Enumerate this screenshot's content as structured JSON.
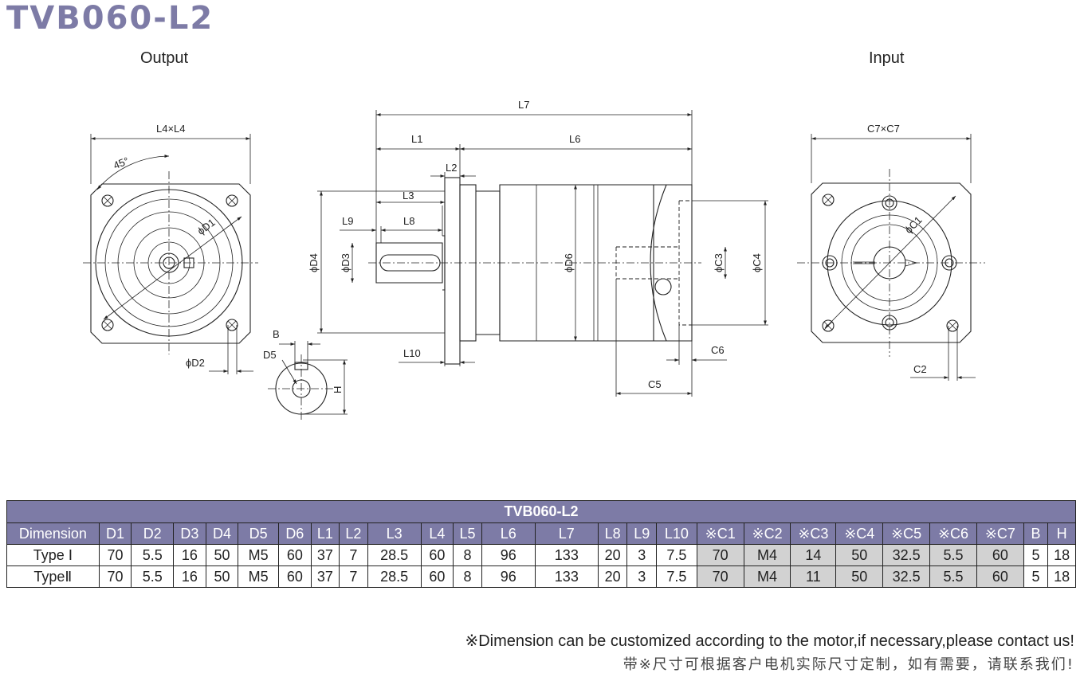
{
  "title": "TVB060-L2",
  "views": {
    "output": "Output",
    "input": "Input"
  },
  "dimension_labels": {
    "l4xl4": "L4×L4",
    "angle": "45°",
    "d1": "ϕD1",
    "d2": "ϕD2",
    "b": "B",
    "d5": "D5",
    "h": "H",
    "l7": "L7",
    "l1": "L1",
    "l6": "L6",
    "l2": "L2",
    "l3": "L3",
    "l9": "L9",
    "l8": "L8",
    "d4": "ϕD4",
    "d3": "ϕD3",
    "d6": "ϕD6",
    "c3": "ϕC3",
    "c4": "ϕC4",
    "l10": "L10",
    "c6": "C6",
    "c5": "C5",
    "c7xc7": "C7×C7",
    "c1": "ϕC1",
    "c2": "C2"
  },
  "table": {
    "caption": "TVB060-L2",
    "headers": [
      "Dimension",
      "D1",
      "D2",
      "D3",
      "D4",
      "D5",
      "D6",
      "L1",
      "L2",
      "L3",
      "L4",
      "L5",
      "L6",
      "L7",
      "L8",
      "L9",
      "L10",
      "※C1",
      "※C2",
      "※C3",
      "※C4",
      "※C5",
      "※C6",
      "※C7",
      "B",
      "H"
    ],
    "rows": [
      [
        "Type Ⅰ",
        "70",
        "5.5",
        "16",
        "50",
        "M5",
        "60",
        "37",
        "7",
        "28.5",
        "60",
        "8",
        "96",
        "133",
        "20",
        "3",
        "7.5",
        "70",
        "M4",
        "14",
        "50",
        "32.5",
        "5.5",
        "60",
        "5",
        "18"
      ],
      [
        "TypeⅡ",
        "70",
        "5.5",
        "16",
        "50",
        "M5",
        "60",
        "37",
        "7",
        "28.5",
        "60",
        "8",
        "96",
        "133",
        "20",
        "3",
        "7.5",
        "70",
        "M4",
        "11",
        "50",
        "32.5",
        "5.5",
        "60",
        "5",
        "18"
      ]
    ],
    "gray_from_col": 17,
    "gray_to_col": 23
  },
  "notes": {
    "en": "※Dimension can be customized according to the motor,if necessary,please contact us!",
    "cn": "带※尺寸可根据客户电机实际尺寸定制，如有需要，请联系我们!"
  },
  "colors": {
    "accent": "#7d7ba6",
    "highlight": "#d2d2d2"
  }
}
